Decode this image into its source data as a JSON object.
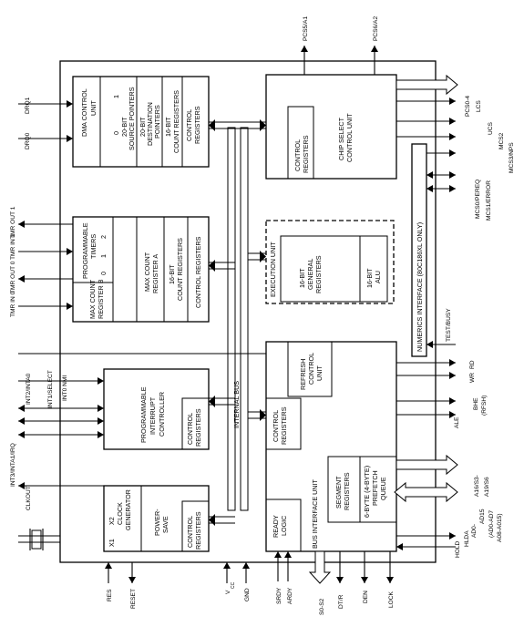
{
  "chip": {
    "internal_bus": "INTERNAL BUS"
  },
  "dma": {
    "title": "DMA CONTROL",
    "title2": "UNIT",
    "ch0": "0",
    "ch1": "1",
    "src": "20-BIT",
    "src2": "SOURCE POINTERS",
    "dst": "20-BIT",
    "dst2": "DESTINATION",
    "dst3": "POINTERS",
    "cnt": "16-BIT",
    "cnt2": "COUNT REGISTERS",
    "ctl": "CONTROL",
    "ctl2": "REGISTERS"
  },
  "timers": {
    "title": "PROGRAMMABLE",
    "title2": "TIMERS",
    "n0": "0",
    "n1": "1",
    "n2": "2",
    "maxb": "MAX COUNT",
    "maxb2": "REGISTER B",
    "maxa": "MAX COUNT",
    "maxa2": "REGISTER A",
    "cnt": "16-BIT",
    "cnt2": "COUNT REGISTERS",
    "ctl": "CONTROL REGISTERS"
  },
  "pic": {
    "t1": "PROGRAMMABLE",
    "t2": "INTERRUPT",
    "t3": "CONTROLLER",
    "ctl": "CONTROL",
    "ctl2": "REGISTERS"
  },
  "clock": {
    "x1": "X1",
    "x2": "X2",
    "t1": "CLOCK",
    "t2": "GENERATOR",
    "ps1": "POWER-",
    "ps2": "SAVE",
    "ctl": "CONTROL",
    "ctl2": "REGISTERS"
  },
  "cs": {
    "t1": "CHIP SELECT",
    "t2": "CONTROL UNIT",
    "ctl": "CONTROL",
    "ctl2": "REGISTERS"
  },
  "eu": {
    "title": "EXECUTION UNIT",
    "gr1": "16-BIT",
    "gr2": "GENERAL",
    "gr3": "REGISTERS",
    "alu1": "16-BIT",
    "alu2": "ALU"
  },
  "biu": {
    "title": "BUS INTERFACE UNIT",
    "ref1": "REFRESH",
    "ref2": "CONTROL",
    "ref3": "UNIT",
    "ctl": "CONTROL",
    "ctl2": "REGISTERS",
    "rdy1": "READY",
    "rdy2": "LOGIC",
    "seg1": "SEGMENT",
    "seg2": "REGISTERS",
    "pq1": "6-BYTE (4-BYTE)",
    "pq2": "PREFETCH",
    "pq3": "QUEUE"
  },
  "numerics": "NUMERICS INTERFACE (80C186XL ONLY)",
  "pins": {
    "drq1": "DRQ1",
    "drq0": "DRQ0",
    "tmrout1": "TMR OUT 1",
    "tmrin1": "TMR IN 1",
    "tmrout0": "TMR OUT 0",
    "tmrin0": "TMR IN 0",
    "int0": "INT0 NMI",
    "int2": "INT2/INTA0",
    "int1": "INT1/SELECT",
    "int3": "INT3/INTA1/IRQ",
    "clkout": "CLKOUT",
    "res": "RES",
    "reset": "RESET",
    "vcc": "V",
    "vcc_sub": "CC",
    "gnd": "GND",
    "srdy": "SRDY",
    "ardy": "ARDY",
    "s0s2": "S0-S2",
    "dtr": "DT/R",
    "den": "DEN",
    "lock": "LOCK",
    "pcs5": "PCS5/A1",
    "pcs6": "PCS6/A2",
    "pcs04": "PCS0-4",
    "lcs": "LCS",
    "ucs": "UCS",
    "mcs2": "MCS2",
    "mcs3": "MCS3/NPS",
    "mcs0": "MCS0/PEREQ",
    "mcs1": "MCS1/ERROR",
    "test": "TEST/BUSY",
    "rd": "RD",
    "wr": "WR",
    "bhe": "BHE",
    "rfsh": "(RFSH)",
    "ale": "ALE",
    "a16": "A16/S3-",
    "a19": "A19/S6",
    "ad0": "AD0-",
    "ad15": "AD15",
    "ad07": "(AD0-AD7",
    "ad815": "A08-A015)",
    "hlda": "HLDA",
    "hold": "HOLD"
  }
}
